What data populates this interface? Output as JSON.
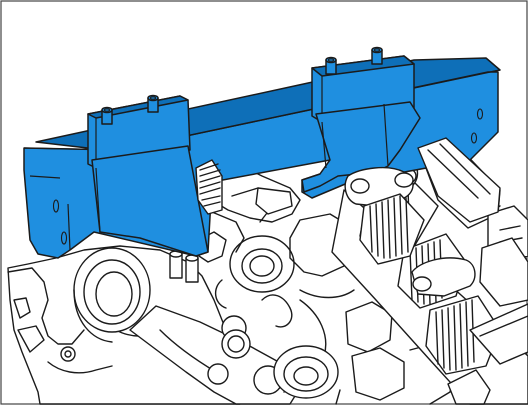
{
  "figure": {
    "colors": {
      "background": "#ffffff",
      "line": "#1b1b1b",
      "tool": "#1f8fe0",
      "border": "#444444"
    },
    "parts": [
      {
        "name": "camshaft-locking-tool",
        "color": "#1f8fe0"
      },
      {
        "name": "engine-cylinder-head",
        "color": "#ffffff"
      },
      {
        "name": "camshaft-assembly",
        "color": "#ffffff"
      }
    ]
  }
}
